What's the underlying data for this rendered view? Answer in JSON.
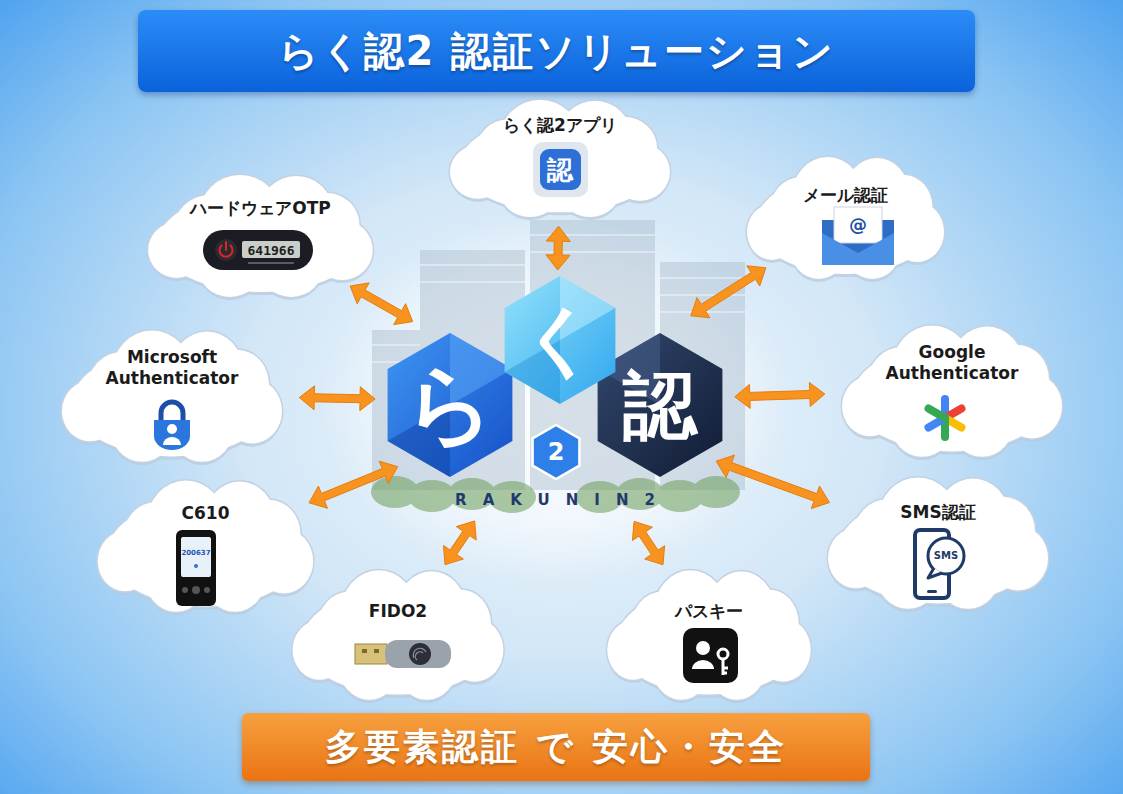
{
  "diagram": {
    "title": "らく認2 認証ソリューション",
    "caption": "多要素認証 で 安心・安全",
    "nodes": [
      {
        "text": [
          "らく認2アプリ"
        ]
      },
      {
        "text": [
          "ハードウェアOTP"
        ]
      },
      {
        "text": [
          "メール認証"
        ]
      },
      {
        "text": [
          "ら",
          "く",
          "認",
          "2",
          "RAKUNIN2"
        ]
      },
      {
        "text": [
          "Microsoft Authenticator"
        ]
      },
      {
        "text": [
          "Google Authenticator"
        ]
      },
      {
        "text": [
          "C610"
        ]
      },
      {
        "text": [
          "SMS認証"
        ]
      },
      {
        "text": [
          "FIDO2"
        ]
      },
      {
        "text": [
          "パスキー"
        ]
      }
    ],
    "edges": [
      {
        "from": 3,
        "to": 0,
        "arrow": "both"
      },
      {
        "from": 3,
        "to": 1,
        "arrow": "both"
      },
      {
        "from": 3,
        "to": 2,
        "arrow": "both"
      },
      {
        "from": 3,
        "to": 4,
        "arrow": "both"
      },
      {
        "from": 3,
        "to": 5,
        "arrow": "both"
      },
      {
        "from": 3,
        "to": 6,
        "arrow": "both"
      },
      {
        "from": 3,
        "to": 7,
        "arrow": "both"
      },
      {
        "from": 3,
        "to": 8,
        "arrow": "both"
      },
      {
        "from": 3,
        "to": 9,
        "arrow": "both"
      }
    ],
    "labels": [
      "認",
      "641966",
      "@",
      "200637",
      "SMS"
    ]
  }
}
